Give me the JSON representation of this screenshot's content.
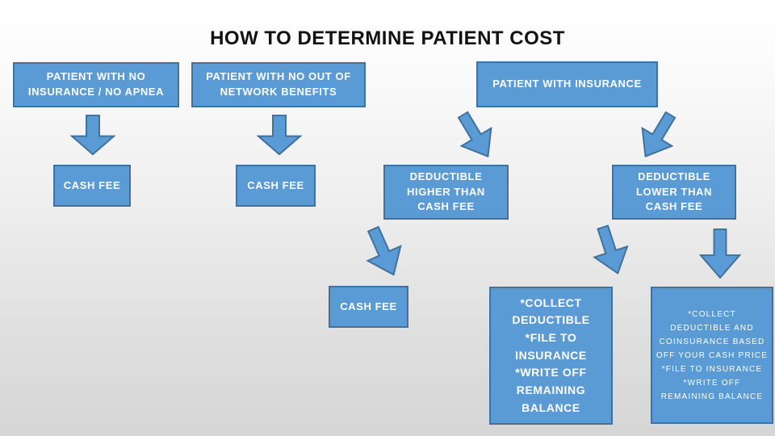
{
  "slide": {
    "title": "HOW TO DETERMINE PATIENT COST"
  },
  "colors": {
    "box_fill": "#5B9BD5",
    "box_border": "#41719C",
    "box_text": "#FFFFFF",
    "title_text": "#121212"
  },
  "nodes": {
    "no_insurance": {
      "label": "PATIENT WITH NO\nINSURANCE / NO APNEA"
    },
    "no_oon_benefits": {
      "label": "PATIENT WITH NO OUT OF\nNETWORK BENEFITS"
    },
    "with_insurance": {
      "label": "PATIENT WITH INSURANCE"
    },
    "cash_fee_1": {
      "label": "CASH FEE"
    },
    "cash_fee_2": {
      "label": "CASH FEE"
    },
    "deductible_higher": {
      "label": "DEDUCTIBLE\nHIGHER THAN\nCASH FEE"
    },
    "deductible_lower": {
      "label": "DEDUCTIBLE\nLOWER THAN\nCASH FEE"
    },
    "cash_fee_3": {
      "label": "CASH FEE"
    },
    "collect_deductible": {
      "label": "*COLLECT\nDEDUCTIBLE\n*FILE TO\nINSURANCE\n*WRITE OFF\nREMAINING\nBALANCE"
    },
    "collect_deductible_coinsurance": {
      "label": "*COLLECT\nDEDUCTIBLE AND\nCOINSURANCE BASED\nOFF YOUR CASH PRICE\n*FILE TO INSURANCE\n*WRITE OFF\nREMAINING BALANCE"
    }
  },
  "edges": [
    {
      "from": "no_insurance",
      "to": "cash_fee_1"
    },
    {
      "from": "no_oon_benefits",
      "to": "cash_fee_2"
    },
    {
      "from": "with_insurance",
      "to": "deductible_higher"
    },
    {
      "from": "with_insurance",
      "to": "deductible_lower"
    },
    {
      "from": "deductible_higher",
      "to": "cash_fee_3"
    },
    {
      "from": "deductible_lower",
      "to": "collect_deductible"
    },
    {
      "from": "deductible_lower",
      "to": "collect_deductible_coinsurance"
    }
  ]
}
